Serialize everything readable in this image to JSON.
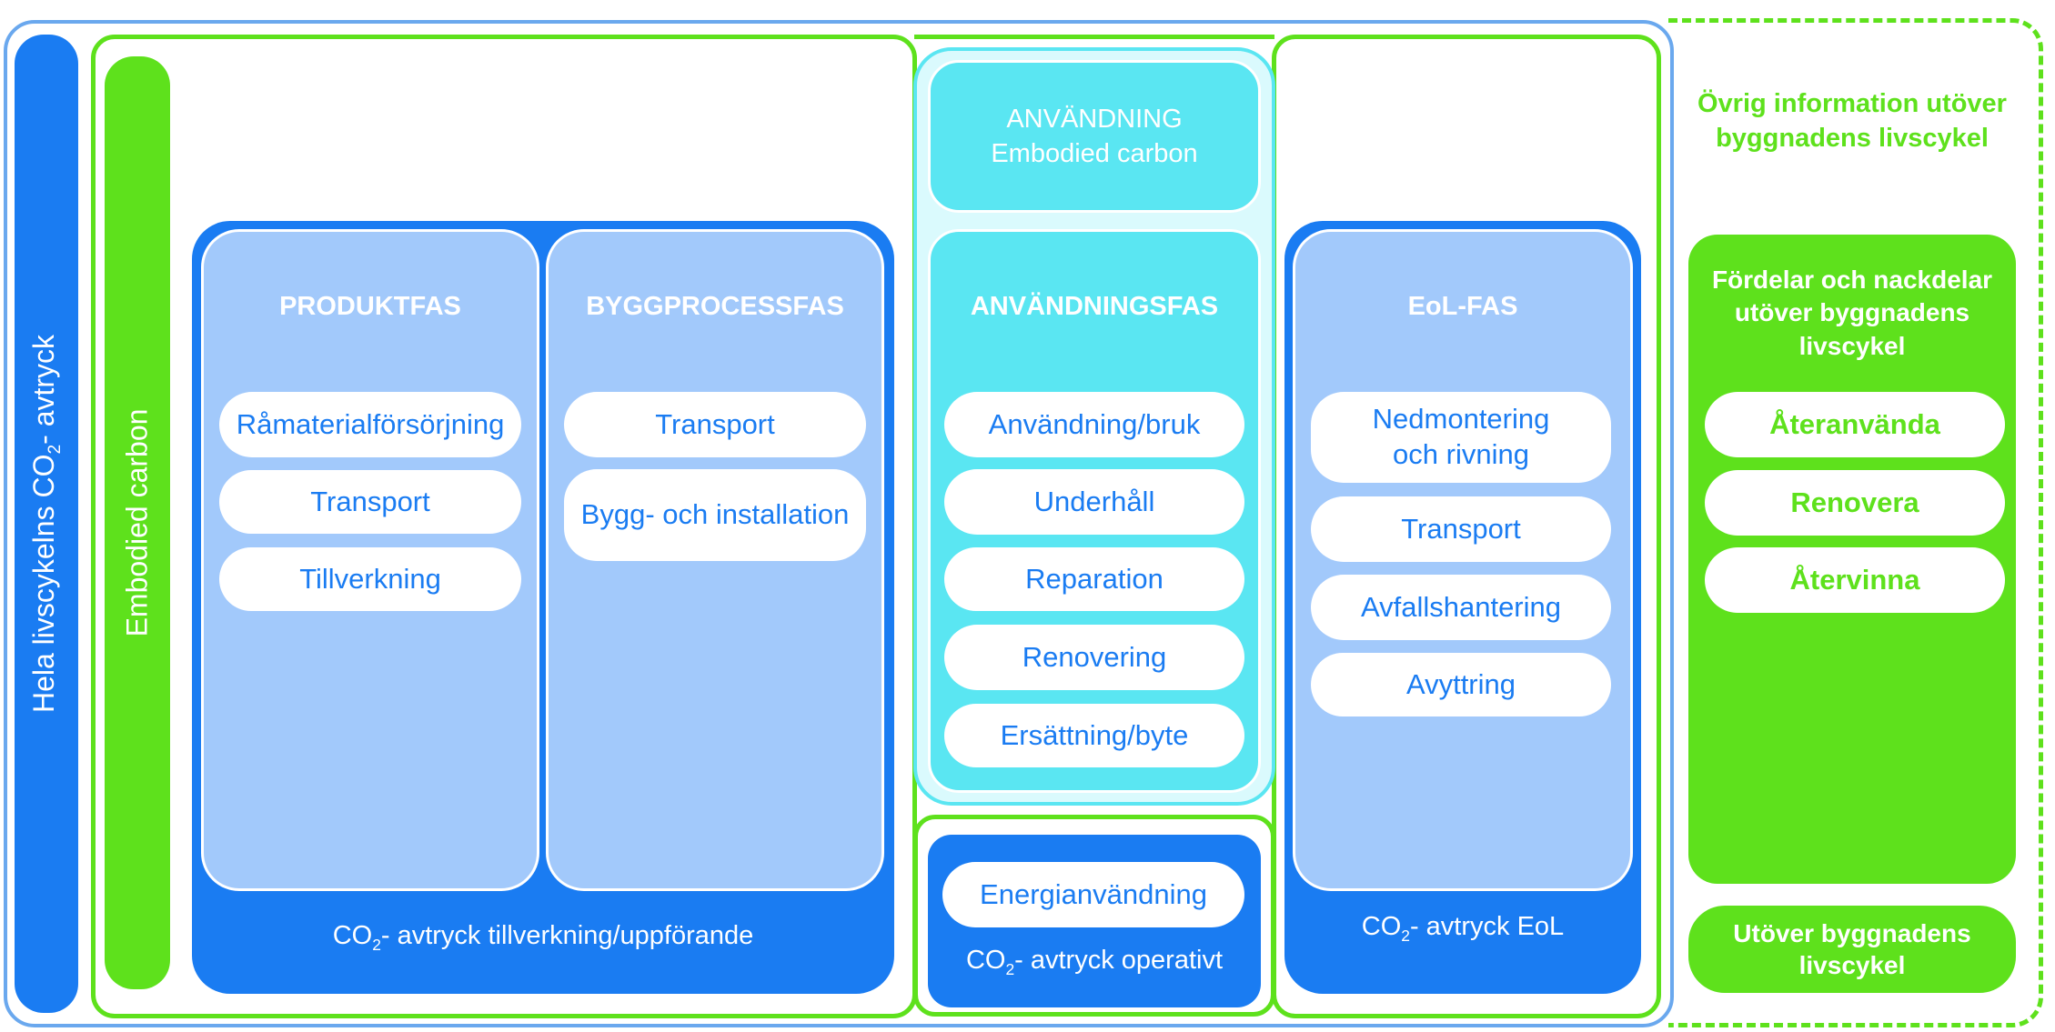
{
  "colors": {
    "blue": "#1a7cf2",
    "light_blue": "#a2c9fb",
    "cyan": "#5ae6f2",
    "green": "#5ee11c"
  },
  "left_bar": {
    "label_pre": "Hela livscykelns CO",
    "label_sub": "2",
    "label_post": "- avtryck"
  },
  "embodied_bar": {
    "label": "Embodied carbon"
  },
  "produkt": {
    "title": "PRODUKTFAS",
    "items": [
      "Råmaterialförsörjning",
      "Transport",
      "Tillverkning"
    ]
  },
  "bygg": {
    "title": "BYGGPROCESSFAS",
    "items": [
      "Transport",
      "Bygg- och installation"
    ]
  },
  "footer_left": {
    "pre": "CO",
    "sub": "2",
    "post": "- avtryck tillverkning/uppförande"
  },
  "anvandning_top": {
    "line1": "ANVÄNDNING",
    "line2": "Embodied carbon"
  },
  "anvandningsfas": {
    "title": "ANVÄNDNINGSFAS",
    "items": [
      "Användning/bruk",
      "Underhåll",
      "Reparation",
      "Renovering",
      "Ersättning/byte"
    ]
  },
  "operativ": {
    "item": "Energianvändning",
    "footer_pre": "CO",
    "footer_sub": "2",
    "footer_post": "- avtryck operativt"
  },
  "eol": {
    "title": "EoL-FAS",
    "items": [
      "Nedmontering och rivning",
      "Transport",
      "Avfallshantering",
      "Avyttring"
    ],
    "footer_pre": "CO",
    "footer_sub": "2",
    "footer_post": "- avtryck EoL"
  },
  "right": {
    "heading": "Övrig information utöver byggnadens livscykel",
    "box_title": "Fördelar och nackdelar utöver byggnadens livscykel",
    "items": [
      "Återanvända",
      "Renovera",
      "Återvinna"
    ],
    "bottom": "Utöver byggnadens livscykel"
  }
}
